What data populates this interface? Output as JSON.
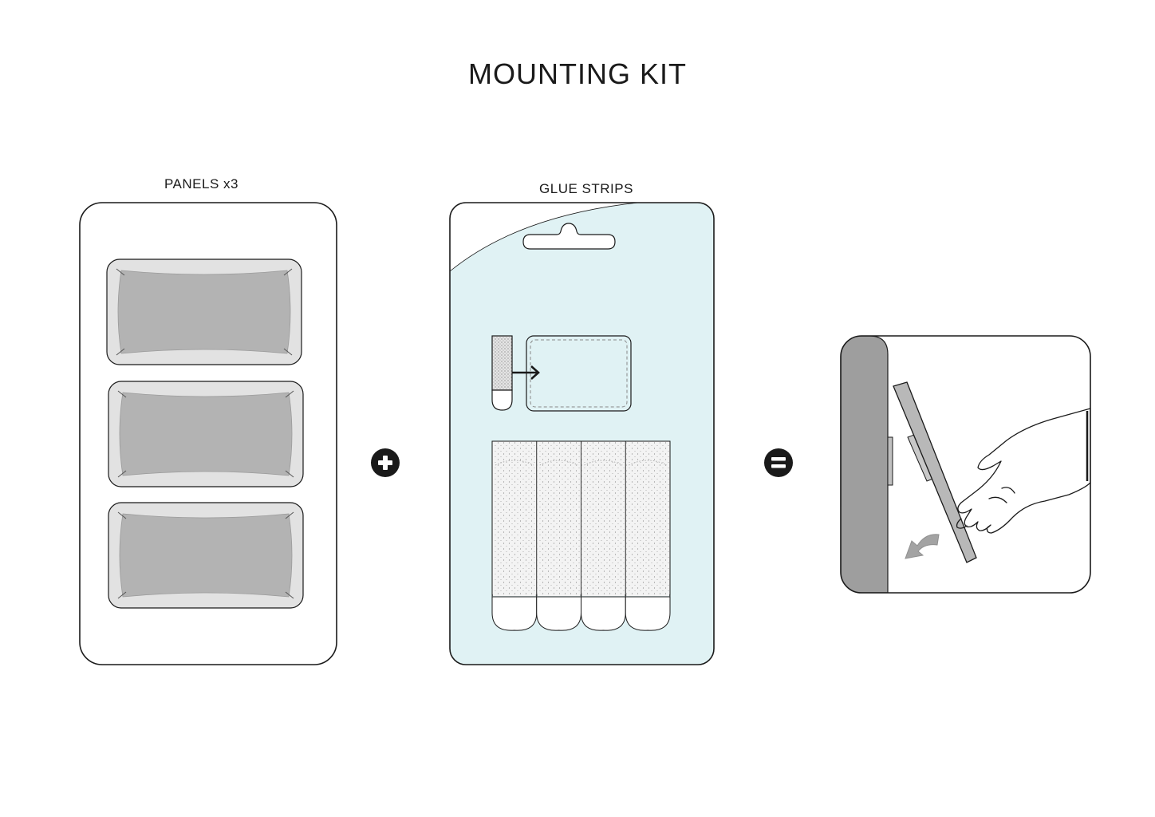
{
  "title": "MOUNTING KIT",
  "panels_label": "PANELS x3",
  "glue_label": "GLUE STRIPS",
  "panel_count": 3,
  "glue_strip_count": 4,
  "colors": {
    "line": "#1a1a1a",
    "panel_fill": "#b3b3b3",
    "panel_border": "#e2e2e2",
    "card_blue": "#e0f2f4",
    "wall_grey": "#9e9e9e",
    "strip_fill": "#f2f2f2",
    "arrow_grey": "#a3a3a3"
  },
  "icons": {
    "plus": "plus-icon",
    "equals": "equals-icon",
    "arrow": "arrow-right-icon",
    "curved_arrow": "curved-arrow-icon"
  }
}
